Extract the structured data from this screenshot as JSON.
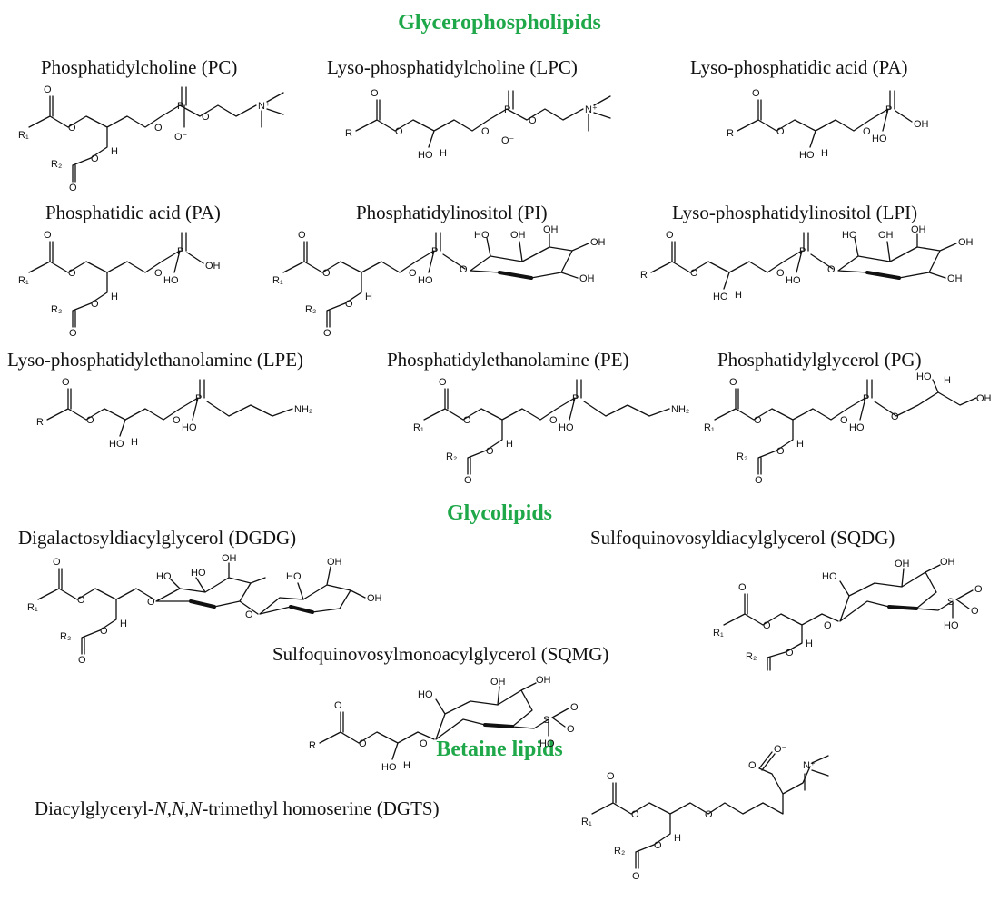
{
  "sections": {
    "glycerophospholipids": "Glycerophospholipids",
    "glycolipids": "Glycolipids",
    "betaine": "Betaine lipids"
  },
  "names": {
    "pc": "Phosphatidylcholine (PC)",
    "lpc": "Lyso-phosphatidylcholine (LPC)",
    "lpa": "Lyso-phosphatidic acid (PA)",
    "pa": "Phosphatidic acid (PA)",
    "pi": "Phosphatidylinositol (PI)",
    "lpi": "Lyso-phosphatidylinositol (LPI)",
    "lpe": "Lyso-phosphatidylethanolamine (LPE)",
    "pe": "Phosphatidylethanolamine (PE)",
    "pg": "Phosphatidylglycerol (PG)",
    "dgdg": "Digalactosyldiacylglycerol (DGDG)",
    "sqdg": "Sulfoquinovosyldiacylglycerol (SQDG)",
    "sqmg": "Sulfoquinovosylmonoacylglycerol (SQMG)",
    "dgts_prefix": "Diacylglyceryl-",
    "dgts_n": "N,N,N",
    "dgts_suffix": "-trimethyl homoserine (DGTS)"
  },
  "atoms": {
    "O": "O",
    "O_minus": "O⁻",
    "R": "R",
    "R1": "R₁",
    "R2": "R₂",
    "H": "H",
    "HO": "HO",
    "OH": "OH",
    "N_plus": "N⁺",
    "NH2": "NH₂",
    "P": "P",
    "S": "S"
  }
}
